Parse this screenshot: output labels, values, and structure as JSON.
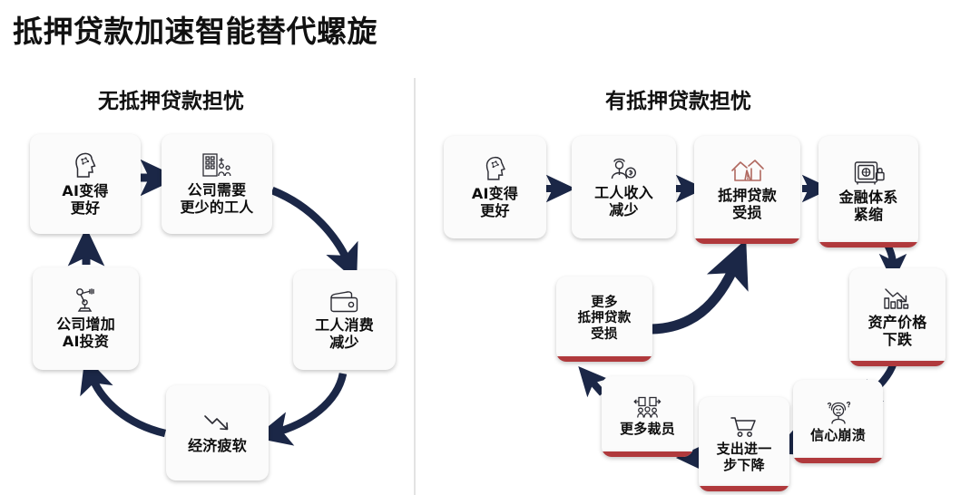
{
  "page": {
    "title": "抵押贷款加速智能替代螺旋",
    "background_color": "#ffffff",
    "text_color": "#111111"
  },
  "colors": {
    "arrow_navy": "#1b2747",
    "red_accent": "#b0393c",
    "card_bg": "#fbfbfb",
    "divider": "#e3e3e3",
    "icon_stroke": "#2b2b33",
    "icon_red": "#b0685f"
  },
  "sections": [
    {
      "id": "left",
      "title": "无抵押贷款担忧",
      "type": "cycle",
      "nodes": [
        {
          "id": "l1",
          "label": "AI变得\n更好",
          "icon": "ai-brain-head-icon",
          "red_underline": false
        },
        {
          "id": "l2",
          "label": "公司需要\n更少的工人",
          "icon": "company-people-icon",
          "red_underline": false
        },
        {
          "id": "l3",
          "label": "工人消费\n减少",
          "icon": "wallet-icon",
          "red_underline": false
        },
        {
          "id": "l4",
          "label": "经济疲软",
          "icon": "down-trend-icon",
          "red_underline": false
        },
        {
          "id": "l5",
          "label": "公司增加\nAI投资",
          "icon": "robot-arm-icon",
          "red_underline": false
        }
      ],
      "edges": [
        {
          "from": "l1",
          "to": "l2",
          "style": "straight"
        },
        {
          "from": "l2",
          "to": "l3",
          "style": "curved"
        },
        {
          "from": "l3",
          "to": "l4",
          "style": "curved"
        },
        {
          "from": "l4",
          "to": "l5",
          "style": "curved"
        },
        {
          "from": "l5",
          "to": "l1",
          "style": "straight"
        }
      ]
    },
    {
      "id": "right",
      "title": "有抵押贷款担忧",
      "type": "spiral",
      "nodes": [
        {
          "id": "r1",
          "label": "AI变得\n更好",
          "icon": "ai-brain-head-icon",
          "red_underline": false
        },
        {
          "id": "r2",
          "label": "工人收入\n减少",
          "icon": "worker-income-icon",
          "red_underline": false
        },
        {
          "id": "r3",
          "label": "抵押贷款\n受损",
          "icon": "broken-house-icon",
          "red_underline": true
        },
        {
          "id": "r4",
          "label": "金融体系\n紧缩",
          "icon": "vault-lock-icon",
          "red_underline": true
        },
        {
          "id": "r5",
          "label": "资产价格\n下跌",
          "icon": "falling-chart-icon",
          "red_underline": true
        },
        {
          "id": "r6",
          "label": "信心崩溃",
          "icon": "worried-person-icon",
          "red_underline": true
        },
        {
          "id": "r7",
          "label": "支出进一\n步下降",
          "icon": "shopping-cart-icon",
          "red_underline": true
        },
        {
          "id": "r8",
          "label": "更多裁员",
          "icon": "layoff-people-icon",
          "red_underline": true
        },
        {
          "id": "r9",
          "label": "更多\n抵押贷款\n受损",
          "icon": "none",
          "red_underline": true
        }
      ],
      "edges": [
        {
          "from": "r1",
          "to": "r2",
          "style": "straight"
        },
        {
          "from": "r2",
          "to": "r3",
          "style": "straight"
        },
        {
          "from": "r3",
          "to": "r4",
          "style": "straight"
        },
        {
          "from": "r4",
          "to": "r5",
          "style": "curved"
        },
        {
          "from": "r5",
          "to": "r6",
          "style": "curved"
        },
        {
          "from": "r6",
          "to": "r7",
          "style": "straight"
        },
        {
          "from": "r7",
          "to": "r8",
          "style": "straight"
        },
        {
          "from": "r8",
          "to": "r9",
          "style": "straight"
        },
        {
          "from": "r9",
          "to": "r3",
          "style": "curved-long"
        }
      ]
    }
  ]
}
